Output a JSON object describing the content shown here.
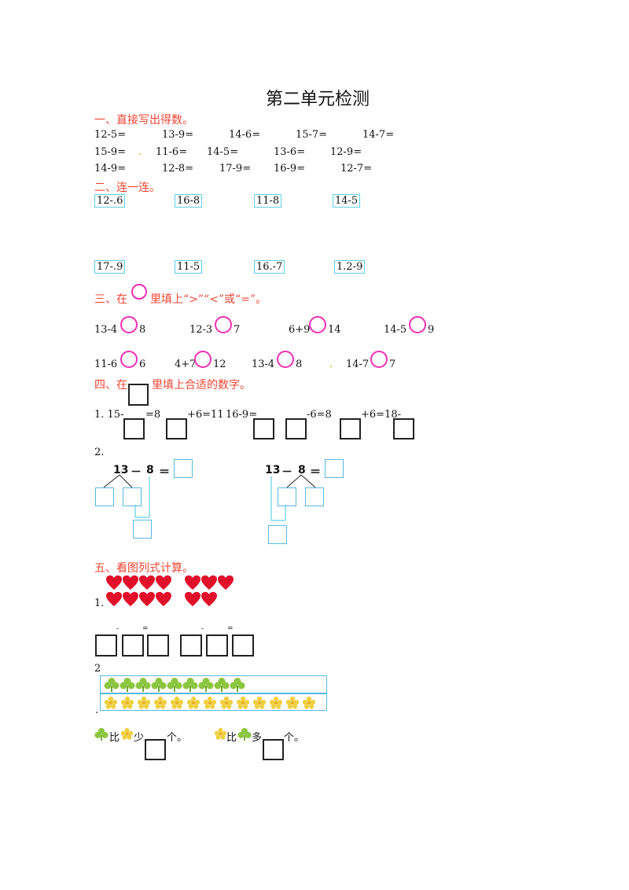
{
  "title": "第二单元检测",
  "section1": {
    "heading": "一、直接写出得数。",
    "rows": [
      [
        "12-5=",
        "13-9=",
        "14-6=",
        "15-7=",
        "14-7="
      ],
      [
        "15-9=",
        "11-6=",
        "14-5=",
        "13-6=",
        "12-9="
      ],
      [
        "14-9=",
        "12-8=",
        "17-9=",
        "16-9=",
        "12-7="
      ]
    ],
    "dot": "."
  },
  "section2": {
    "heading": "二、连一连。",
    "top": [
      "12-.6",
      "16-8",
      "11-8",
      "14-5"
    ],
    "bottom": [
      "17-.9",
      "11-5",
      "16.-7",
      "1.2-9"
    ]
  },
  "section3": {
    "heading_a": "三、在",
    "heading_b": "里填上“>”“<”或“=”。",
    "row1": [
      {
        "left": "13-4",
        "right": "8"
      },
      {
        "left": "12-3",
        "right": "7"
      },
      {
        "left": "6+9",
        "right": "14"
      },
      {
        "left": "14-5",
        "right": "9"
      }
    ],
    "row2": [
      {
        "left": "11-6",
        "right": "6"
      },
      {
        "left": "4+7",
        "right": "12"
      },
      {
        "left": "13-4",
        "right": "8"
      },
      {
        "left": "14-7",
        "right": "7"
      }
    ],
    "dot": "."
  },
  "section4": {
    "heading_a": "四、在",
    "heading_b": "里填上合适的数字。",
    "q1_label": "1. 15-",
    "q1_parts": [
      "=8",
      "+6=11",
      "16-9=",
      "-6=8",
      "+6=18-"
    ],
    "q2_label": "2.",
    "eq_left": [
      "13",
      "－",
      "8",
      "＝"
    ],
    "eq_right": [
      "13",
      "－",
      "8",
      "＝"
    ]
  },
  "section5": {
    "heading": "五、看图列式计算。",
    "q1_label": "1.",
    "minus": "-",
    "equals": "=",
    "q2_label": "2",
    "q2_dot": ".",
    "compare1": {
      "bi": "比",
      "word": "少",
      "unit": "个。"
    },
    "compare2": {
      "bi": "比",
      "word": "多",
      "unit": "个。"
    }
  },
  "colors": {
    "heading": "#ee4433",
    "circle": "#ef2fb5",
    "cyan_box": "#57b8e0",
    "heart": "#e0102a",
    "clover": "#8cc63f",
    "flower": "#f0d040"
  }
}
